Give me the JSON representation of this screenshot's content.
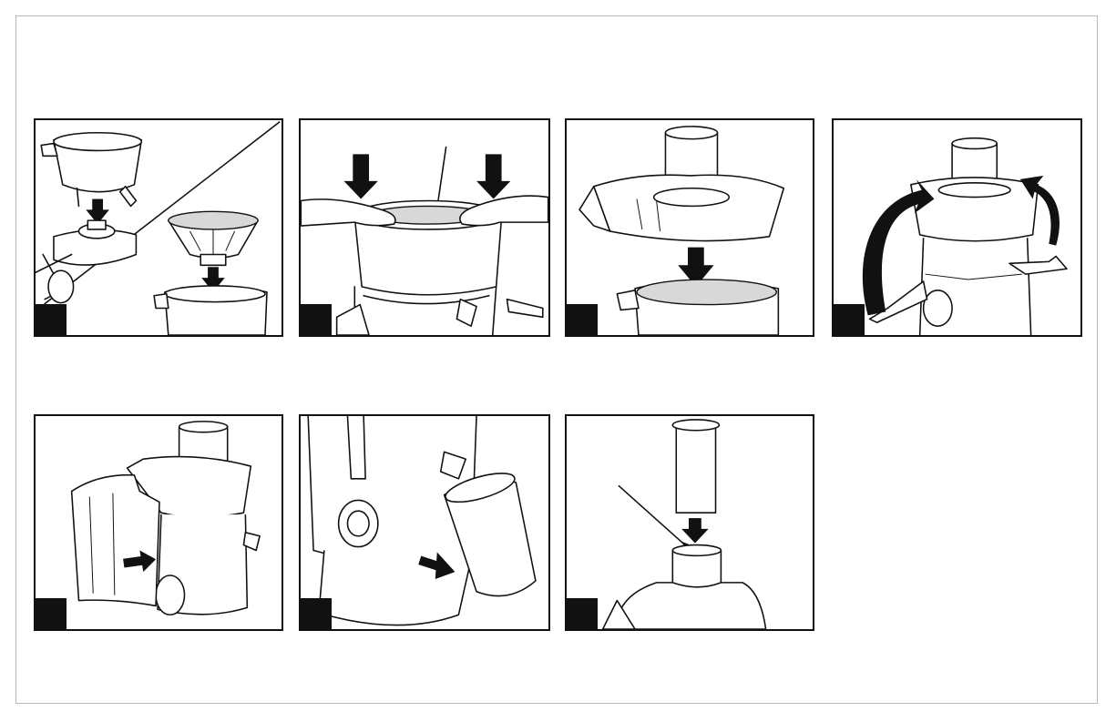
{
  "diagram": {
    "panels": [
      {
        "id": "step-1",
        "badge": ""
      },
      {
        "id": "step-2",
        "badge": ""
      },
      {
        "id": "step-3",
        "badge": ""
      },
      {
        "id": "step-4",
        "badge": ""
      },
      {
        "id": "step-5",
        "badge": ""
      },
      {
        "id": "step-6",
        "badge": ""
      },
      {
        "id": "step-7",
        "badge": ""
      }
    ],
    "colors": {
      "ink": "#111111",
      "frame": "#b9b9b9",
      "paper": "#ffffff",
      "tint": "#d8d8d8"
    }
  }
}
